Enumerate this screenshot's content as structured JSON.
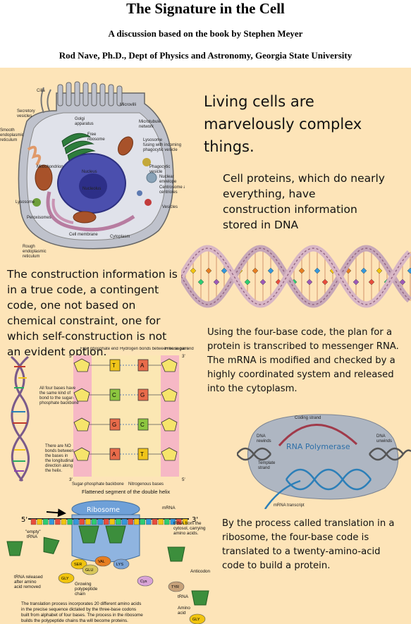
{
  "header": {
    "title": "The Signature in the Cell",
    "subtitle": "A discussion based on the book by Stephen Meyer",
    "author": "Rod Nave, Ph.D., Dept of Physics and Astronomy, Georgia State University"
  },
  "cell_diagram": {
    "labels": {
      "cilia": "Cilia",
      "microvilli": "Microvilli",
      "secretory": "Secretory vesicles",
      "golgi": "Golgi apparatus",
      "microtubule": "Microtubule network",
      "smooth_er": "Smooth endoplasmic reticulum",
      "free_ribosome": "Free ribosome",
      "lysosome_fusing": "Lysosome fusing with incoming phagocytic vesicle",
      "mitochondrion": "Mitochondrion",
      "nucleus": "Nucleus",
      "nucleolus": "Nucleolus",
      "phagocytic": "Phagocytic vesicle",
      "nuclear_env": "Nuclear envelope",
      "centrosome": "Centrosome and centrioles",
      "lysosome": "Lysosome",
      "vesicles": "Vesicles",
      "peroxisomes": "Peroxisomes",
      "cell_membrane": "Cell membrane",
      "cytoplasm": "Cytoplasm",
      "rough_er": "Rough endoplasmic reticulum"
    }
  },
  "texts": {
    "living_cells": "Living cells are marvelously complex things.",
    "cell_proteins": "Cell proteins, which do nearly everything, have construction information stored in DNA",
    "construction": "The construction information is in a true code, a contingent code, one not based on chemical constraint, one for which self-construction is not an evident option.",
    "four_base": "Using the four-base code, the plan for a protein is transcribed to messenger RNA. The mRNA is modified and checked by a highly coordinated system and released into the cytoplasm.",
    "translation": "By the process called translation in a ribosome, the four-base code is translated to a twenty-amino-acid code to build a protein."
  },
  "helix_diagram": {
    "free_phosphate": "Free phosphate end",
    "hydrogen_bonds": "Hydrogen bonds between base pairs",
    "free_sugar": "Free sugar end",
    "same_kind": "All four bases have the same kind of bond to the sugar-phosphate backbone",
    "no_bonds": "There are NO bonds between the bases in the longitudinal direction along the helix.",
    "sugar_phosphate": "Sugar-phosphate backbone",
    "nitrogenous": "Nitrogenous bases",
    "caption": "Flattened segment of the double helix",
    "five_prime": "5'",
    "three_prime": "3'",
    "bases_left": [
      "T",
      "C",
      "G",
      "A"
    ],
    "bases_right": [
      "A",
      "G",
      "C",
      "T"
    ]
  },
  "polymerase": {
    "title": "RNA Polymerase",
    "coding_strand": "Coding strand",
    "dna_rewinds": "DNA rewinds",
    "dna_unwinds": "DNA unwinds",
    "template": "Template strand",
    "mrna_transcript": "mRNA transcript"
  },
  "ribosome": {
    "title": "Ribosome",
    "mrna": "mRNA",
    "five_prime": "5'",
    "three_prime": "3'",
    "empty_trna": "\"empty\" tRNA",
    "trna_released": "tRNA released after amino acid removed",
    "trna_from": "tRNA from the cytosol, carrying amino acids.",
    "growing": "Growing polypeptide chain",
    "anticodon": "Anticodon",
    "trna": "tRNA",
    "amino_acid": "Amino acid",
    "amino": [
      "GLY",
      "SER",
      "GLU",
      "VAL",
      "LYS",
      "Cys",
      "TYR",
      "GLY"
    ],
    "caption": "The translation process incorporates 20 different amino acids in the precise sequence dictated by the three-base codons built from alphabet of four bases. The process in the ribosome builds the polypeptide chains tha will become proteins."
  }
}
